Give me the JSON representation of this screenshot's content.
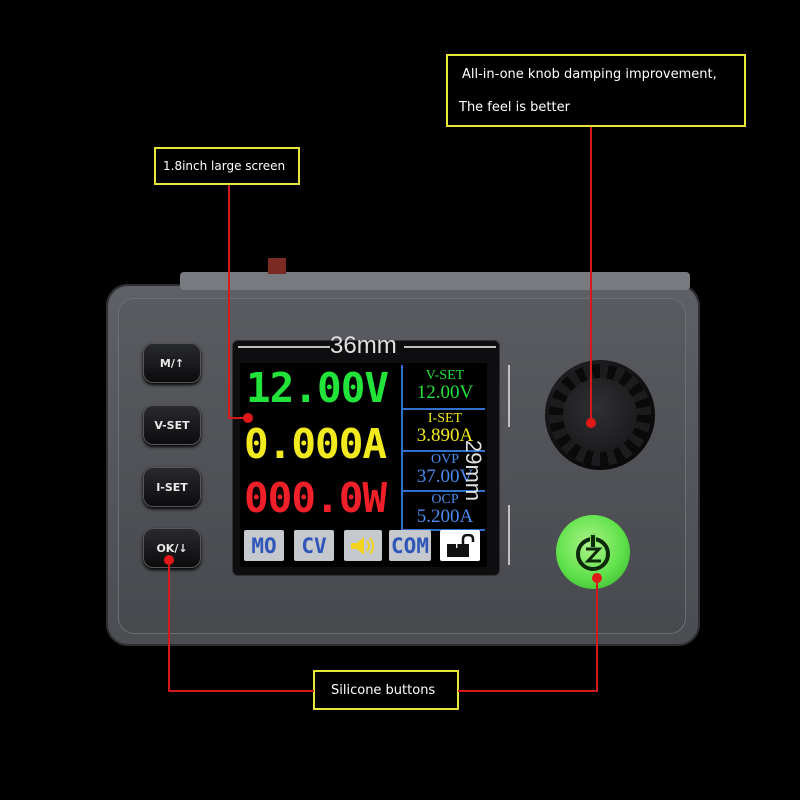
{
  "callouts": {
    "knob_line1": "All-in-one knob damping improvement,",
    "knob_line2": "The feel is better",
    "screen": "1.8inch large screen",
    "buttons": "Silicone buttons"
  },
  "dimensions": {
    "width": "36mm",
    "height": "29mm"
  },
  "buttons": {
    "mode": "M/↑",
    "vset": "V-SET",
    "iset": "I-SET",
    "ok": "OK/↓"
  },
  "display": {
    "voltage": "12.00V",
    "current": "0.000A",
    "power": "000.0W",
    "vset_label": "V-SET",
    "vset_value": "12.00V",
    "iset_label": "I-SET",
    "iset_value": "3.890A",
    "ovp_label": "OVP",
    "ovp_value": "37.00V",
    "ocp_label": "OCP",
    "ocp_value": "5.200A",
    "status": {
      "mode": "MO",
      "cv": "CV",
      "com": "COM",
      "lock": "T"
    }
  },
  "colors": {
    "voltage": "#22e33a",
    "current": "#f2ea1e",
    "power": "#f0202a",
    "side_blue": "#4a8cf0",
    "callout_border": "#e8e63a",
    "line": "#d41a1a"
  },
  "icons": [
    "speaker-icon",
    "lock-icon",
    "power-icon"
  ]
}
